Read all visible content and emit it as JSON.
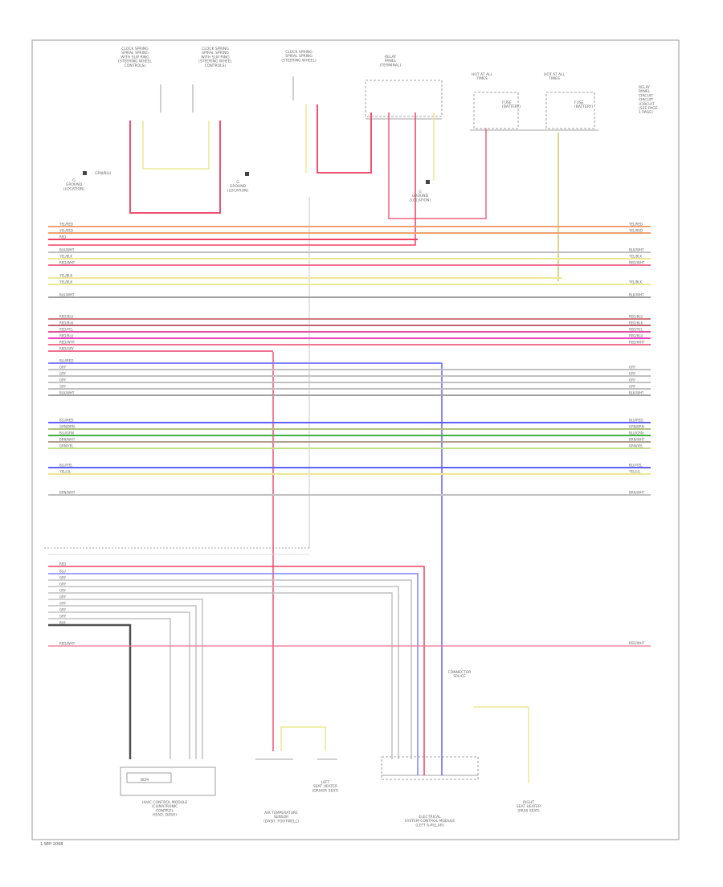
{
  "components": {
    "clock_spring_left": [
      "CLOCK SPRING",
      "SPIRAL SPRING",
      "WITH SLIP RING",
      "(STEERING WHEEL",
      "CONTROLS)"
    ],
    "clock_spring_mid": [
      "CLOCK SPRING",
      "SPIRAL SPRING",
      "WITH SLIP RING",
      "(STEERING WHEEL",
      "CONTROLS)"
    ],
    "clock_spring_right": [
      "CLOCK SPRING",
      "SPIRAL SPRING",
      "(STEERING WHEEL)"
    ],
    "relay_panel": [
      "RELAY",
      "PANEL",
      "(TERMINAL)"
    ],
    "fuse_left": [
      "HOT AT ALL",
      "TIMES"
    ],
    "fuse_right": [
      "HOT AT ALL",
      "TIMES"
    ],
    "fuse_a_label": [
      "FUSE",
      "(BATTERY)"
    ],
    "fuse_b_label": [
      "FUSE",
      "(BATTERY)"
    ],
    "side_note": [
      "RELAY",
      "PANEL",
      "CIRCUIT",
      "CIRCUIT",
      "(CIRCUIT",
      "(SEE PAGE",
      "1 PAGE)"
    ],
    "ground_left": [
      "G",
      "GROUND",
      "(LOCATION)"
    ],
    "ground_mid": [
      "G",
      "GROUND",
      "(LOCATION)"
    ],
    "ground_relay": [
      "G",
      "GROUND",
      "(LOCATION)"
    ],
    "bottom_a": [
      "HVAC CONTROL MODULE",
      "(CLIMATRONIC",
      "CONTROL",
      "HEAD, DASH)"
    ],
    "bottom_b": [
      "AIR TEMPERATURE",
      "SENSOR",
      "(DASH, FOOTWELL)"
    ],
    "bottom_c": [
      "LEFT",
      "SEAT HEATER",
      "(DRIVER SEAT)"
    ],
    "bottom_d": [
      "ELECTRICAL",
      "SYSTEM CONTROL MODULE",
      "(LEFT A-PILLAR)"
    ],
    "bottom_e": [
      "RIGHT",
      "SEAT HEATER",
      "(PASS SEAT)"
    ],
    "connector_top": [
      "CONNECTOR",
      "SPLICE"
    ],
    "connector_mid": [
      "BCM"
    ],
    "corner_code": "1 SEP 2008",
    "wire_top": "GRN/BLU"
  },
  "wires": [
    {
      "left": "YEL/RED",
      "right": "YEL/RED",
      "color": "#f0a070"
    },
    {
      "left": "YEL/RED",
      "right": "YEL/RED",
      "color": "#f0a070"
    },
    {
      "left": "RED",
      "right": "",
      "color": "#f04060"
    },
    {
      "left": "BLK/WHT",
      "right": "BLK/WHT",
      "color": "#c0c0c0"
    },
    {
      "left": "YEL/BLK",
      "right": "YEL/BLK",
      "color": "#ece890"
    },
    {
      "left": "RED/WHT",
      "right": "RED/WHT",
      "color": "#f07090"
    },
    {
      "left": "YEL/BLK",
      "right": "",
      "color": "#ece890"
    },
    {
      "left": "YEL/BLK",
      "right": "YEL/BLK",
      "color": "#ece890"
    },
    {
      "left": "BLK/WHT",
      "right": "BLK/WHT",
      "color": "#a0a0a0"
    },
    {
      "left": "RED/BLU",
      "right": "RED/BLU",
      "color": "#d07a7a"
    },
    {
      "left": "RED/BLK",
      "right": "RED/BLK",
      "color": "#c06070"
    },
    {
      "left": "RED/YEL",
      "right": "RED/YEL",
      "color": "#e050a0"
    },
    {
      "left": "RED/BLU",
      "right": "RED/BLU",
      "color": "#f040c0"
    },
    {
      "left": "RED/WHT",
      "right": "RED/WHT",
      "color": "#f07090"
    },
    {
      "left": "RED/GRY",
      "right": "",
      "color": "#f07090"
    },
    {
      "left": "BLU/RED",
      "right": "",
      "color": "#8080ff"
    },
    {
      "left": "GRY",
      "right": "GRY",
      "color": "#c0c0c0"
    },
    {
      "left": "GRY",
      "right": "GRY",
      "color": "#c0c0c0"
    },
    {
      "left": "GRY",
      "right": "GRY",
      "color": "#c0c0c0"
    },
    {
      "left": "GRY",
      "right": "GRY",
      "color": "#c0c0c0"
    },
    {
      "left": "BLK/WHT",
      "right": "BLK/WHT",
      "color": "#a0a0a0"
    },
    {
      "left": "BLU/RED",
      "right": "BLU/RED",
      "color": "#6060ff"
    },
    {
      "left": "GRN/BRN",
      "right": "GRN/BRN",
      "color": "#b0c080"
    },
    {
      "left": "BLU/GRN",
      "right": "BLU/GRN",
      "color": "#40b040"
    },
    {
      "left": "BRN/WHT",
      "right": "BRN/WHT",
      "color": "#b0a090"
    },
    {
      "left": "GRN/YEL",
      "right": "GRN/YEL",
      "color": "#c0e090"
    },
    {
      "left": "BLU/YEL",
      "right": "BLU/YEL",
      "color": "#6060ff"
    },
    {
      "left": "YEL/LIL",
      "right": "YEL/LIL",
      "color": "#ece890"
    },
    {
      "left": "BRN/WHT",
      "right": "BRN/WHT",
      "color": "#c0c0c0"
    }
  ],
  "lower_wires": [
    {
      "label": "",
      "color": "#dddddd"
    },
    {
      "label": "RED",
      "color": "#f04060"
    },
    {
      "label": "BLU",
      "color": "#8080ff"
    },
    {
      "label": "GRY",
      "color": "#c0c0c0"
    },
    {
      "label": "GRY",
      "color": "#c0c0c0"
    },
    {
      "label": "GRY",
      "color": "#c0c0c0"
    },
    {
      "label": "GRY",
      "color": "#c0c0c0"
    },
    {
      "label": "GRY",
      "color": "#c0c0c0"
    },
    {
      "label": "GRY",
      "color": "#c0c0c0"
    },
    {
      "label": "GRY",
      "color": "#c0c0c0"
    },
    {
      "label": "BLK",
      "color": "#505050"
    },
    {
      "label": "RED/WHT",
      "color": "#f07090"
    }
  ],
  "page_label": "RED/WHT"
}
